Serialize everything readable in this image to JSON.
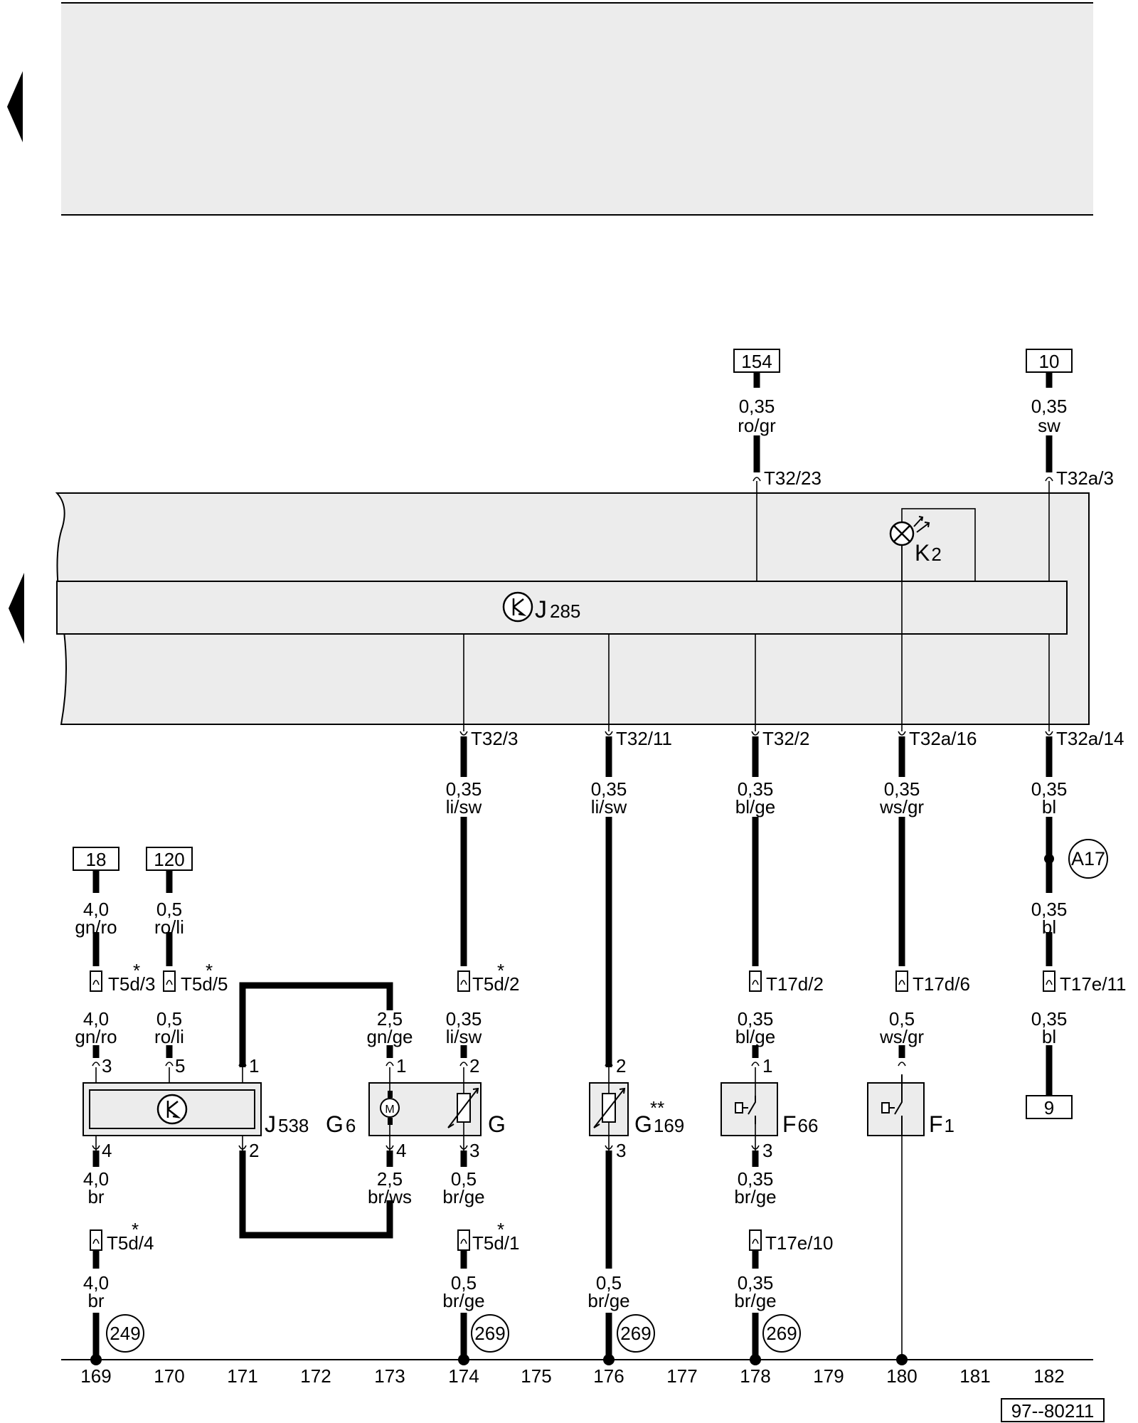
{
  "drawing_number": "97--80211",
  "control_unit": {
    "label": "J",
    "sub": "285",
    "indicator": {
      "label": "K",
      "sub": "2"
    }
  },
  "top_refs": [
    {
      "id": "154",
      "size": "0,35",
      "color": "ro/gr",
      "connector": "T32/23"
    },
    {
      "id": "10",
      "size": "0,35",
      "color": "sw",
      "connector": "T32a/3"
    }
  ],
  "bottom_connectors": [
    {
      "connector": "T32/3",
      "size": "0,35",
      "color": "li/sw"
    },
    {
      "connector": "T32/11",
      "size": "0,35",
      "color": "li/sw"
    },
    {
      "connector": "T32/2",
      "size": "0,35",
      "color": "bl/ge"
    },
    {
      "connector": "T32a/16",
      "size": "0,35",
      "color": "ws/gr"
    },
    {
      "connector": "T32a/14",
      "size": "0,35",
      "color": "bl"
    }
  ],
  "wire_labels": {
    "ref_18": "18",
    "ref_120": "120",
    "ref_9": "9",
    "w169a_size": "4,0",
    "w169a_color": "gn/ro",
    "w169b_size": "4,0",
    "w169b_color": "gn/ro",
    "w169c_size": "4,0",
    "w169c_color": "br",
    "w169d_size": "4,0",
    "w169d_color": "br",
    "w170a_size": "0,5",
    "w170a_color": "ro/li",
    "w170b_size": "0,5",
    "w170b_color": "ro/li",
    "w173a_size": "2,5",
    "w173a_color": "gn/ge",
    "w173b_size": "2,5",
    "w173b_color": "br/ws",
    "w174b_size": "0,35",
    "w174b_color": "li/sw",
    "w174c_size": "0,5",
    "w174c_color": "br/ge",
    "w174d_size": "0,5",
    "w174d_color": "br/ge",
    "w176d_size": "0,5",
    "w176d_color": "br/ge",
    "w178b_size": "0,35",
    "w178b_color": "bl/ge",
    "w178c_size": "0,35",
    "w178c_color": "br/ge",
    "w178d_size": "0,35",
    "w178d_color": "br/ge",
    "w180b_size": "0,5",
    "w180b_color": "ws/gr",
    "w182b_size": "0,35",
    "w182b_color": "bl",
    "w182c_size": "0,35",
    "w182c_color": "bl"
  },
  "inline_connectors": {
    "t5d3": "T5d/3",
    "t5d5": "T5d/5",
    "t5d2": "T5d/2",
    "t17d2": "T17d/2",
    "t17d6": "T17d/6",
    "t17e11": "T17e/11",
    "t5d4": "T5d/4",
    "t5d1": "T5d/1",
    "t17e10": "T17e/10",
    "star": "*"
  },
  "pins": {
    "j538_3": "3",
    "j538_5": "5",
    "j538_1": "1",
    "j538_4": "4",
    "j538_2": "2",
    "g6_1": "1",
    "g6_4": "4",
    "g_2": "2",
    "g_3": "3",
    "g169_2": "2",
    "g169_3": "3",
    "f66_1": "1",
    "f66_3": "3"
  },
  "components": {
    "j538": {
      "label": "J",
      "sub": "538"
    },
    "g6": {
      "label": "G",
      "sub": "6"
    },
    "g": {
      "label": "G"
    },
    "g169": {
      "label": "G",
      "sub": "169",
      "mark": "**"
    },
    "f66": {
      "label": "F",
      "sub": "66"
    },
    "f1": {
      "label": "F",
      "sub": "1"
    },
    "motor": "M"
  },
  "junction_a17": "A17",
  "ground_refs": {
    "g249": "249",
    "g269a": "269",
    "g269b": "269",
    "g269c": "269"
  },
  "scale_numbers": [
    "169",
    "170",
    "171",
    "172",
    "173",
    "174",
    "175",
    "176",
    "177",
    "178",
    "179",
    "180",
    "181",
    "182"
  ]
}
